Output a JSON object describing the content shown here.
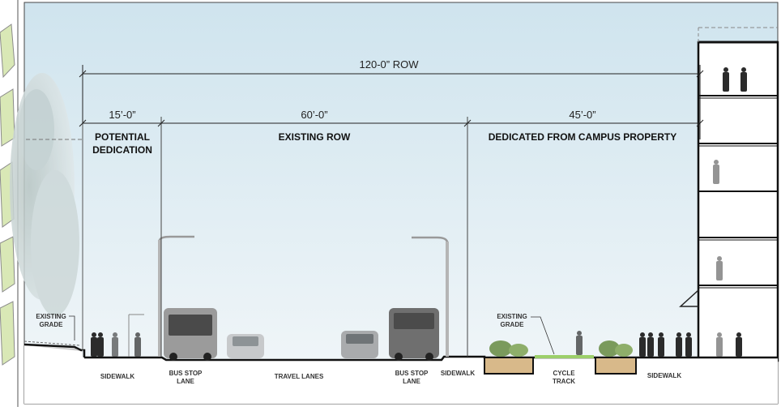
{
  "row_total": "120-0” ROW",
  "segments": [
    {
      "dim": "15’-0”",
      "title_lines": [
        "POTENTIAL",
        "DEDICATION"
      ]
    },
    {
      "dim": "60’-0”",
      "title_lines": [
        "EXISTING ROW"
      ]
    },
    {
      "dim": "45’-0”",
      "title_lines": [
        "DEDICATED FROM CAMPUS PROPERTY"
      ]
    }
  ],
  "grade_labels": [
    {
      "lines": [
        "EXISTING",
        "GRADE"
      ]
    },
    {
      "lines": [
        "EXISTING",
        "GRADE"
      ]
    }
  ],
  "zone_labels": [
    {
      "lines": [
        "SIDEWALK"
      ]
    },
    {
      "lines": [
        "BUS STOP",
        "LANE"
      ]
    },
    {
      "lines": [
        "TRAVEL LANES"
      ]
    },
    {
      "lines": [
        "BUS STOP",
        "LANE"
      ]
    },
    {
      "lines": [
        "SIDEWALK"
      ]
    },
    {
      "lines": [
        "CYCLE",
        "TRACK"
      ]
    },
    {
      "lines": [
        "SIDEWALK"
      ]
    }
  ],
  "colors": {
    "sky_top": "#cfe4ee",
    "sky_bottom": "#f4f8fa",
    "ground": "#ffffff",
    "planter": "#d8b98a",
    "cycle_track": "#9ccf6a",
    "pedestrian": "#2b2b2b",
    "dimension_line": "#222222"
  }
}
